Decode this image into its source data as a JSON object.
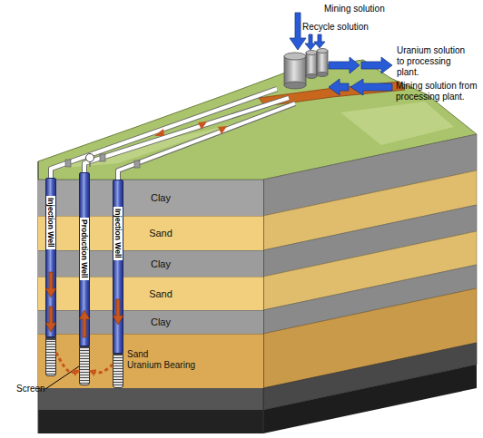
{
  "diagram": {
    "nodes": [
      {
        "text": [
          "Clay"
        ]
      },
      {
        "text": [
          "Sand"
        ]
      },
      {
        "text": [
          "Clay"
        ]
      },
      {
        "text": [
          "Sand"
        ]
      },
      {
        "text": [
          "Clay"
        ]
      },
      {
        "text": [
          "Sand",
          "Uranium Bearing"
        ]
      },
      {
        "text": [
          "Injection Well"
        ]
      },
      {
        "text": [
          "Production Well"
        ]
      },
      {
        "text": [
          "Injection Well"
        ]
      }
    ],
    "edges": [
      {
        "from": 6,
        "to": 7,
        "arrow": "to"
      },
      {
        "from": 8,
        "to": 7,
        "arrow": "to"
      }
    ],
    "labels": [
      "Mining solution",
      "Recycle solution",
      "Uranium solution to processing plant.",
      "Mining solution from processing plant.",
      "Screen"
    ]
  }
}
